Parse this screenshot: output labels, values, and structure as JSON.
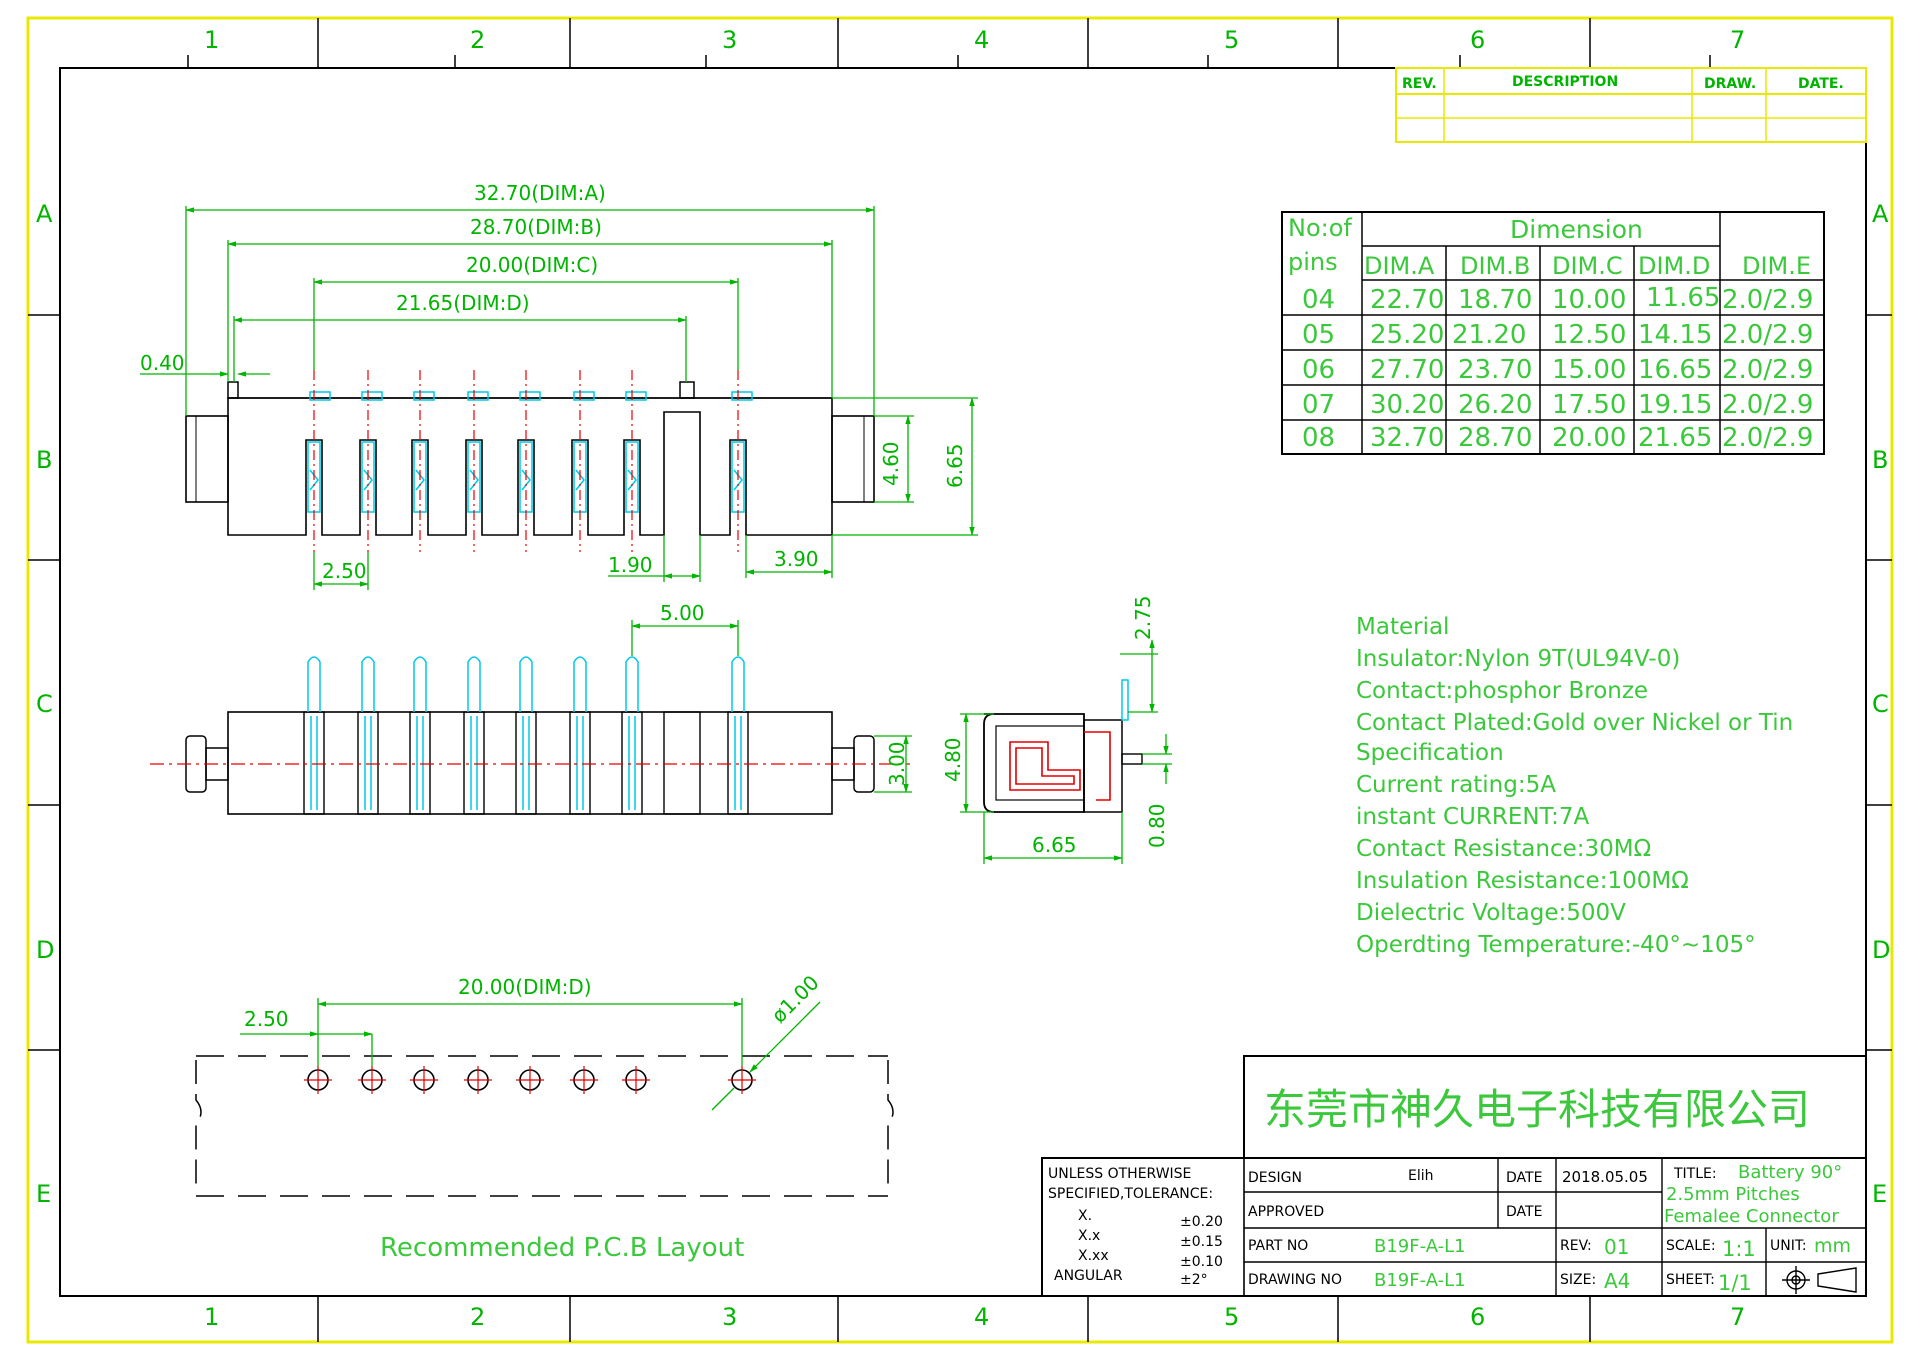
{
  "grid": {
    "col_labels": [
      "1",
      "2",
      "3",
      "4",
      "5",
      "6",
      "7"
    ],
    "row_labels": [
      "A",
      "B",
      "C",
      "D",
      "E"
    ]
  },
  "revision_block": {
    "headers": {
      "rev": "REV.",
      "description": "DESCRIPTION",
      "draw": "DRAW.",
      "date": "DATE."
    }
  },
  "dimension_table": {
    "header_pins_line1": "No:of",
    "header_pins_line2": "pins",
    "header_group": "Dimension",
    "columns": [
      "DIM.A",
      "DIM.B",
      "DIM.C",
      "DIM.D",
      "DIM.E"
    ],
    "rows": [
      {
        "pins": "04",
        "a": "22.70",
        "b": "18.70",
        "c": "10.00",
        "d": "11.65",
        "e": "2.0/2.9"
      },
      {
        "pins": "05",
        "a": "25.20",
        "b": "21.20",
        "c": "12.50",
        "d": "14.15",
        "e": "2.0/2.9"
      },
      {
        "pins": "06",
        "a": "27.70",
        "b": "23.70",
        "c": "15.00",
        "d": "16.65",
        "e": "2.0/2.9"
      },
      {
        "pins": "07",
        "a": "30.20",
        "b": "26.20",
        "c": "17.50",
        "d": "19.15",
        "e": "2.0/2.9"
      },
      {
        "pins": "08",
        "a": "32.70",
        "b": "28.70",
        "c": "20.00",
        "d": "21.65",
        "e": "2.0/2.9"
      }
    ]
  },
  "top_view_dims": {
    "dim_a": "32.70(DIM:A)",
    "dim_b": "28.70(DIM:B)",
    "dim_c": "20.00(DIM:C)",
    "dim_d": "21.65(DIM:D)",
    "offset": "0.40",
    "pitch": "2.50",
    "gap": "1.90",
    "end": "3.90",
    "height_inner": "4.60",
    "height_outer": "6.65"
  },
  "front_view_dims": {
    "spacing": "5.00",
    "boss": "3.00"
  },
  "side_view_dims": {
    "pin_height": "2.75",
    "body_height": "4.80",
    "pin_offset": "0.80",
    "depth": "6.65"
  },
  "pcb_layout": {
    "dim_span": "20.00(DIM:D)",
    "pitch": "2.50",
    "hole": "ø1.00",
    "caption": "Recommended  P.C.B  Layout"
  },
  "material": [
    "Material",
    "Insulator:Nylon  9T(UL94V-0)",
    "Contact:phosphor  Bronze",
    "Contact  Plated:Gold  over  Nickel  or  Tin",
    "Specification",
    "Current  rating:5A",
    "instant  CURRENT:7A",
    "Contact  Resistance:30MΩ",
    "Insulation  Resistance:100MΩ",
    "Dielectric  Voltage:500V",
    "Operdting  Temperature:-40°~105°"
  ],
  "title_block": {
    "company": "东莞市神久电子科技有限公司",
    "tolerance_heading_1": "UNLESS  OTHERWISE",
    "tolerance_heading_2": "SPECIFIED,TOLERANCE:",
    "tolerances": [
      {
        "label": "X.",
        "value": "±0.20"
      },
      {
        "label": "X.x",
        "value": "±0.15"
      },
      {
        "label": "X.xx",
        "value": "±0.10"
      },
      {
        "label": "ANGULAR",
        "value": "±2°"
      }
    ],
    "design_label": "DESIGN",
    "design_value": "Elih",
    "date_label": "DATE",
    "date_value": "2018.05.05",
    "approved_label": "APPROVED",
    "approved_date_label": "DATE",
    "part_no_label": "PART  NO",
    "part_no_value": "B19F-A-L1",
    "drawing_no_label": "DRAWING  NO",
    "drawing_no_value": "B19F-A-L1",
    "rev_label": "REV:",
    "rev_value": "01",
    "size_label": "SIZE:",
    "size_value": "A4",
    "title_label": "TITLE:",
    "title_line1": "Battery  90°",
    "title_line2": "2.5mm  Pitches",
    "title_line3": "Femalee  Connector",
    "scale_label": "SCALE:",
    "scale_value": "1:1",
    "sheet_label": "SHEET:",
    "sheet_value": "1/1",
    "unit_label": "UNIT:",
    "unit_value": "mm"
  },
  "colors": {
    "frame_yellow": "#e8e800",
    "outline_black": "#000000",
    "dim_green": "#00b400",
    "text_green": "#3cc83c",
    "pin_cyan": "#00c8e6",
    "center_red": "#e60000"
  }
}
